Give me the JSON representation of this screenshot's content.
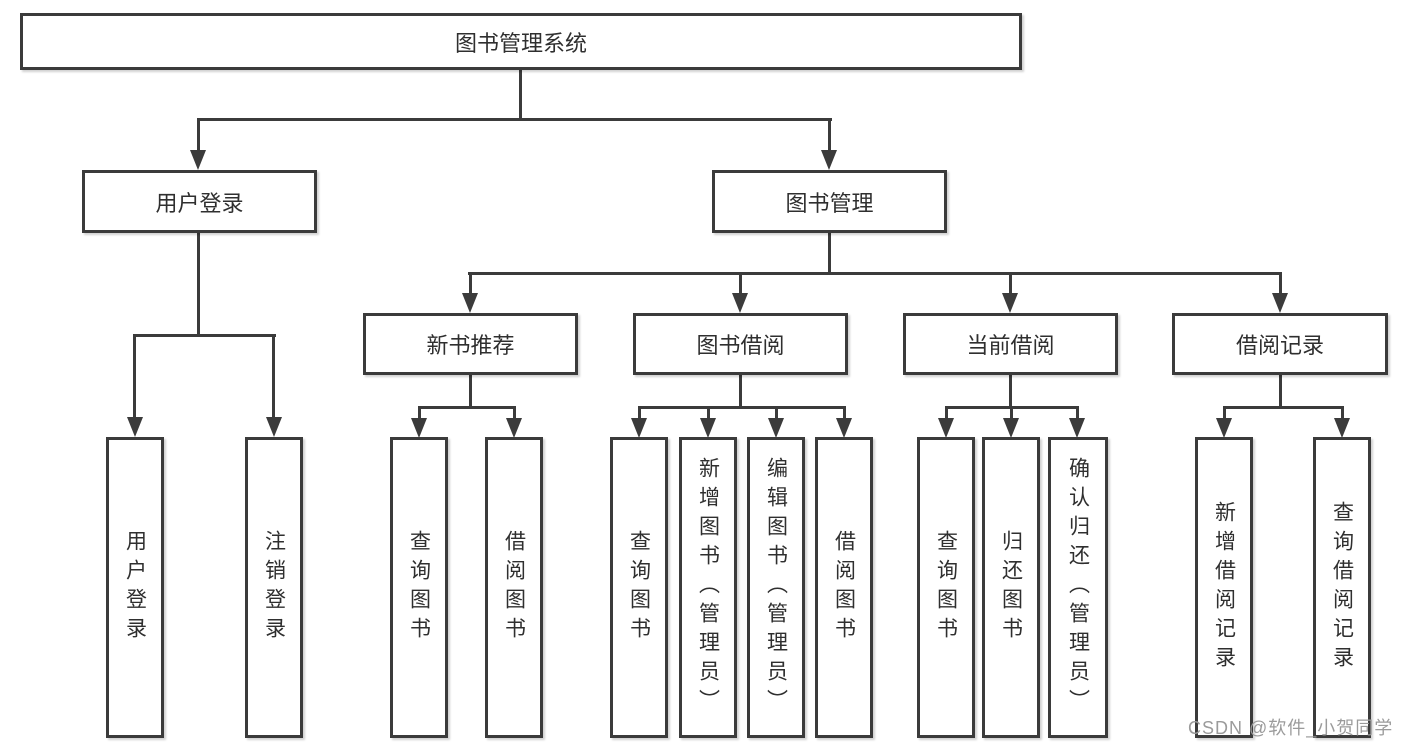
{
  "diagram_title": "图书管理系统",
  "tree": {
    "label": "图书管理系统",
    "children": [
      {
        "label": "用户登录",
        "children": [
          {
            "label": "用户登录"
          },
          {
            "label": "注销登录"
          }
        ]
      },
      {
        "label": "图书管理",
        "children": [
          {
            "label": "新书推荐",
            "children": [
              {
                "label": "查询图书"
              },
              {
                "label": "借阅图书"
              }
            ]
          },
          {
            "label": "图书借阅",
            "children": [
              {
                "label": "查询图书"
              },
              {
                "label": "新增图书（管理员）"
              },
              {
                "label": "编辑图书（管理员）"
              },
              {
                "label": "借阅图书"
              }
            ]
          },
          {
            "label": "当前借阅",
            "children": [
              {
                "label": "查询图书"
              },
              {
                "label": "归还图书"
              },
              {
                "label": "确认归还（管理员）"
              }
            ]
          },
          {
            "label": "借阅记录",
            "children": [
              {
                "label": "新增借阅记录"
              },
              {
                "label": "查询借阅记录"
              }
            ]
          }
        ]
      }
    ]
  },
  "watermark": {
    "text": "CSDN @软件_小贺同学"
  },
  "colors": {
    "line": "#3b3b3b",
    "box_border": "#3b3b3b",
    "box_fill": "#ffffff",
    "text": "#2f2f2f",
    "watermark": "#9b9b9b",
    "background": "#ffffff"
  }
}
